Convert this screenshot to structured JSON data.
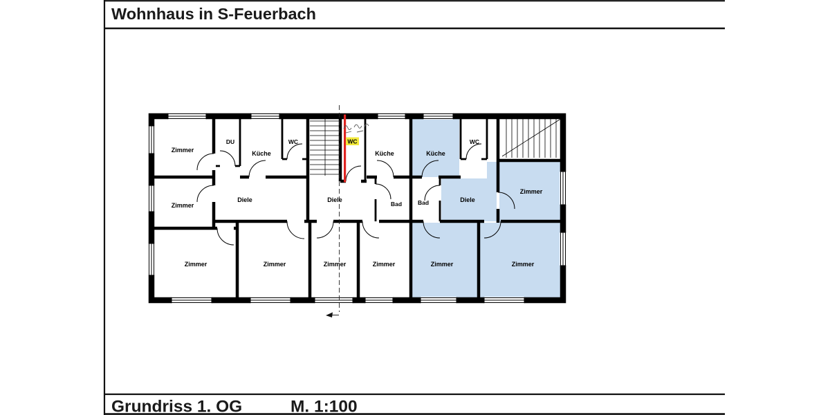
{
  "page": {
    "title": "Wohnhaus in S-Feuerbach",
    "footer_left": "Grundriss 1. OG",
    "footer_scale": "M. 1:100"
  },
  "colors": {
    "room_highlight": "#c8dcf0",
    "section_marker_red": "#e02421",
    "wc_highlight_yellow": "#f2e93c",
    "wall": "#000000"
  },
  "rooms": [
    {
      "name": "zimmer-top-left",
      "label": "Zimmer"
    },
    {
      "name": "dusche",
      "label": "DU"
    },
    {
      "name": "kueche-left",
      "label": "Küche"
    },
    {
      "name": "wc-left",
      "label": "WC"
    },
    {
      "name": "wc-center",
      "label": "WC"
    },
    {
      "name": "kueche-center",
      "label": "Küche"
    },
    {
      "name": "kueche-right",
      "label": "Küche"
    },
    {
      "name": "wc-right",
      "label": "WC"
    },
    {
      "name": "zimmer-mid-left",
      "label": "Zimmer"
    },
    {
      "name": "diele-left",
      "label": "Diele"
    },
    {
      "name": "diele-center",
      "label": "Diele"
    },
    {
      "name": "bad-left",
      "label": "Bad"
    },
    {
      "name": "bad-right",
      "label": "Bad"
    },
    {
      "name": "diele-right",
      "label": "Diele"
    },
    {
      "name": "zimmer-right",
      "label": "Zimmer"
    },
    {
      "name": "zimmer-bottom-1",
      "label": "Zimmer"
    },
    {
      "name": "zimmer-bottom-2",
      "label": "Zimmer"
    },
    {
      "name": "zimmer-bottom-3",
      "label": "Zimmer"
    },
    {
      "name": "zimmer-bottom-4",
      "label": "Zimmer"
    },
    {
      "name": "zimmer-bottom-5",
      "label": "Zimmer"
    },
    {
      "name": "zimmer-bottom-6",
      "label": "Zimmer"
    }
  ]
}
